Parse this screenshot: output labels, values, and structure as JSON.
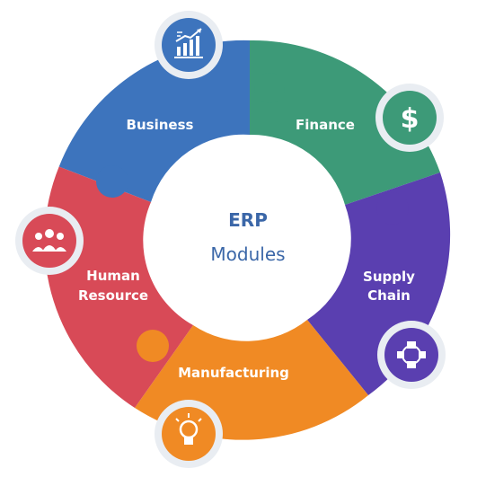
{
  "center": {
    "title": "ERP",
    "subtitle": "Modules"
  },
  "modules": [
    {
      "label_lines": [
        "Business"
      ],
      "color": "#3d74bd",
      "icon": "chart-growth-icon"
    },
    {
      "label_lines": [
        "Finance"
      ],
      "color": "#3d9a78",
      "icon": "dollar-icon"
    },
    {
      "label_lines": [
        "Supply",
        "Chain"
      ],
      "color": "#5a3fb0",
      "icon": "network-nodes-icon"
    },
    {
      "label_lines": [
        "Manufacturing"
      ],
      "color": "#f08a24",
      "icon": "lightbulb-icon"
    },
    {
      "label_lines": [
        "Human",
        "Resource"
      ],
      "color": "#d84a57",
      "icon": "people-group-icon"
    }
  ],
  "icon_symbols": {
    "finance": "$"
  }
}
